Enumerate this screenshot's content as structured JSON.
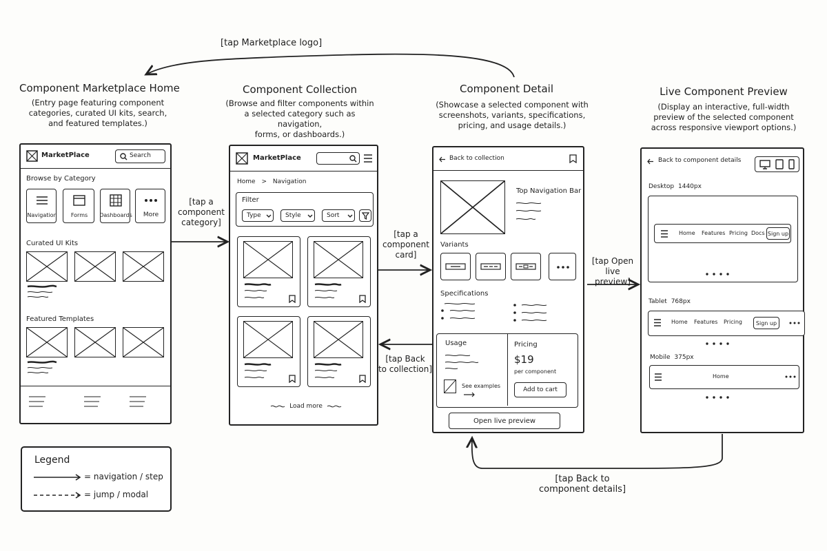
{
  "screens": [
    {
      "title": "Component Marketplace Home",
      "desc": "(Entry page featuring component\ncategories, curated UI kits, search,\nand featured templates.)",
      "brand": "MarketPlace",
      "search": "Search",
      "browse_label": "Browse by Category",
      "categories": [
        "Navigation",
        "Forms",
        "Dashboards",
        "More"
      ],
      "curated_label": "Curated UI Kits",
      "featured_label": "Featured Templates"
    },
    {
      "title": "Component Collection",
      "desc": "(Browse and filter components within\na selected category such as navigation,\nforms, or dashboards.)",
      "brand": "MarketPlace",
      "breadcrumb_home": "Home",
      "breadcrumb_sep": ">",
      "breadcrumb_current": "Navigation",
      "filter_label": "Filter",
      "filters": [
        "Type",
        "Style",
        "Sort"
      ],
      "load_more": "Load more"
    },
    {
      "title": "Component Detail",
      "desc": "(Showcase a selected component with\nscreenshots, variants, specifications,\npricing, and usage details.)",
      "back": "Back to collection",
      "component_name": "Top Navigation Bar",
      "variants_label": "Variants",
      "specs_label": "Specifications",
      "usage_label": "Usage",
      "see_examples": "See examples",
      "pricing_label": "Pricing",
      "price": "$19",
      "price_unit": "per component",
      "add_to_cart": "Add to cart",
      "open_preview": "Open live preview"
    },
    {
      "title": "Live Component Preview",
      "desc": "(Display an interactive, full-width\npreview of the selected component\nacross responsive viewport options.)",
      "back": "Back to component details",
      "desktop_label": "Desktop",
      "desktop_size": "1440px",
      "desktop_nav": [
        "Home",
        "Features",
        "Pricing",
        "Docs"
      ],
      "desktop_cta": "Sign up",
      "tablet_label": "Tablet",
      "tablet_size": "768px",
      "tablet_nav": [
        "Home",
        "Features",
        "Pricing"
      ],
      "tablet_cta": "Sign up",
      "mobile_label": "Mobile",
      "mobile_size": "375px",
      "mobile_nav": "Home"
    }
  ],
  "flows": {
    "tap_logo": "[tap Marketplace logo]",
    "tap_category": "[tap a\ncomponent\ncategory]",
    "tap_card": "[tap a\ncomponent\ncard]",
    "tap_back_collection": "[tap Back\nto collection]",
    "tap_open_preview": "[tap Open\nlive preview]",
    "tap_back_details": "[tap Back to\ncomponent details]"
  },
  "legend": {
    "title": "Legend",
    "solid": "= navigation / step",
    "dashed": "= jump / modal"
  }
}
